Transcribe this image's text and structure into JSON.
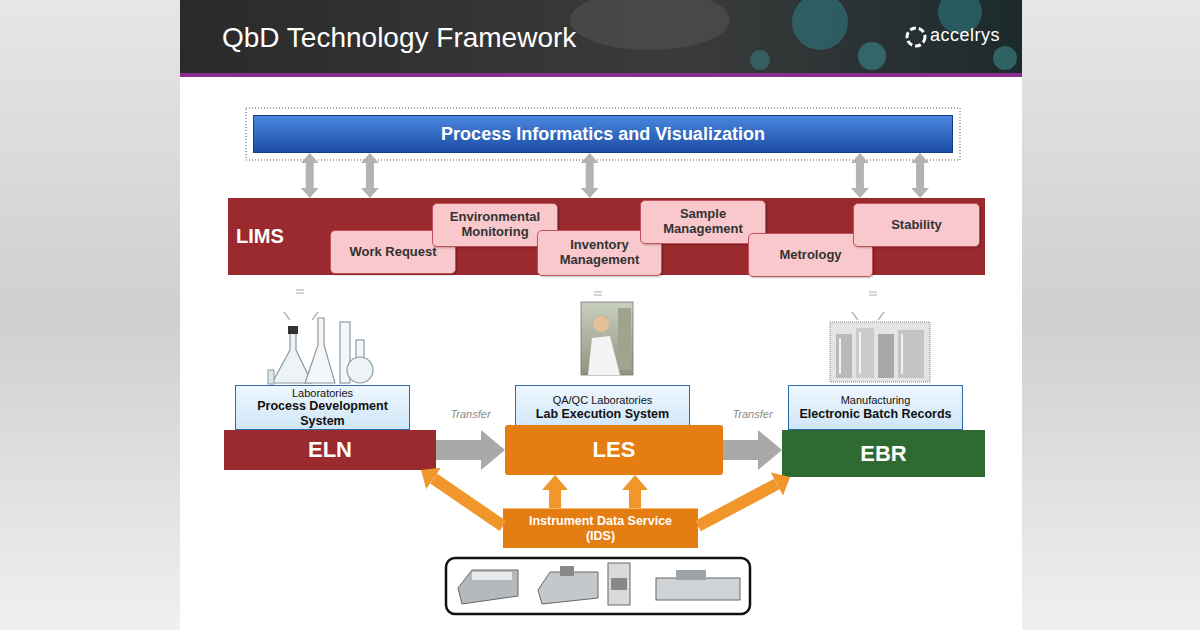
{
  "diagram": {
    "title": "QbD Technology Framework",
    "nodes": [
      {
        "text": [
          "Process Informatics and Visualization"
        ]
      },
      {
        "text": [
          "LIMS"
        ]
      },
      {
        "text": [
          "Work Request"
        ],
        "in": 1
      },
      {
        "text": [
          "Environmental Monitoring"
        ],
        "in": 1
      },
      {
        "text": [
          "Inventory Management"
        ],
        "in": 1
      },
      {
        "text": [
          "Sample Management"
        ],
        "in": 1
      },
      {
        "text": [
          "Metrology"
        ],
        "in": 1
      },
      {
        "text": [
          "Stability"
        ],
        "in": 1
      },
      {
        "text": [
          "Laboratories",
          "Process Development System"
        ]
      },
      {
        "text": [
          "QA/QC Laboratories",
          "Lab Execution System"
        ]
      },
      {
        "text": [
          "Manufacturing",
          "Electronic Batch Records"
        ]
      },
      {
        "text": [
          "ELN"
        ]
      },
      {
        "text": [
          "LES"
        ]
      },
      {
        "text": [
          "EBR"
        ]
      },
      {
        "text": [
          "Instrument Data Service (IDS)"
        ]
      }
    ],
    "edges": [
      {
        "from": 0,
        "to": 1,
        "arrow": "both"
      },
      {
        "from": 0,
        "to": 1,
        "arrow": "both"
      },
      {
        "from": 0,
        "to": 1,
        "arrow": "both"
      },
      {
        "from": 0,
        "to": 1,
        "arrow": "both"
      },
      {
        "from": 0,
        "to": 1,
        "arrow": "both"
      },
      {
        "from": 11,
        "to": 12,
        "label": "Transfer",
        "arrow": "to"
      },
      {
        "from": 12,
        "to": 13,
        "label": "Transfer",
        "arrow": "to"
      },
      {
        "from": 14,
        "to": 11,
        "arrow": "to"
      },
      {
        "from": 14,
        "to": 12,
        "arrow": "to"
      },
      {
        "from": 14,
        "to": 12,
        "arrow": "to"
      },
      {
        "from": 14,
        "to": 13,
        "arrow": "to"
      }
    ],
    "labels": [
      "accelrys"
    ]
  }
}
